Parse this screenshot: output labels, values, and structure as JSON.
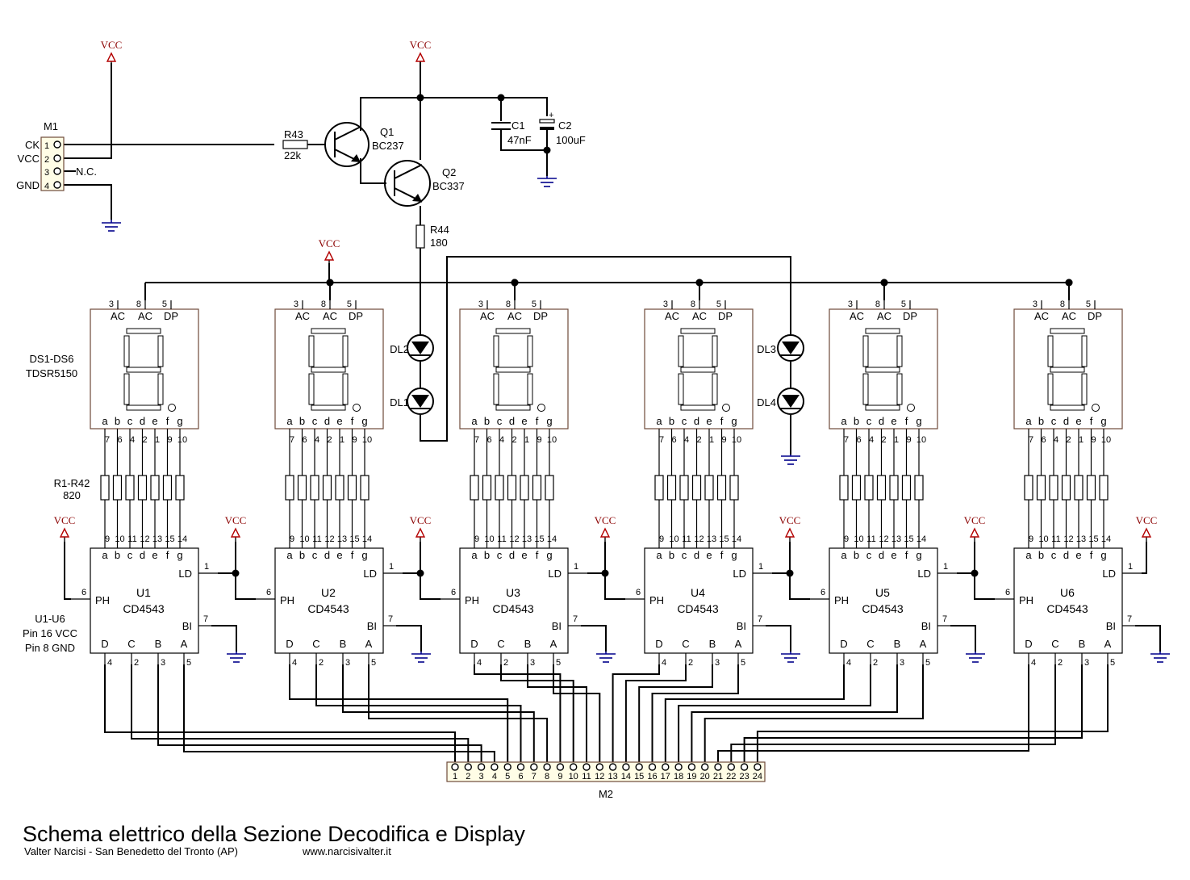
{
  "connector_m1": {
    "name": "M1",
    "pins": [
      {
        "num": "1",
        "signal": "CK"
      },
      {
        "num": "2",
        "signal": "VCC"
      },
      {
        "num": "3",
        "signal": "N.C."
      },
      {
        "num": "4",
        "signal": "GND"
      }
    ]
  },
  "power_label": "VCC",
  "transistor_stage": {
    "r43": {
      "ref": "R43",
      "value": "22k"
    },
    "q1": {
      "ref": "Q1",
      "part": "BC237"
    },
    "q2": {
      "ref": "Q2",
      "part": "BC337"
    },
    "c1": {
      "ref": "C1",
      "value": "47nF"
    },
    "c2": {
      "ref": "C2",
      "value": "100uF",
      "polarity": "+"
    },
    "r44": {
      "ref": "R44",
      "value": "180"
    }
  },
  "leds": [
    {
      "ref": "DL2"
    },
    {
      "ref": "DL1"
    },
    {
      "ref": "DL3"
    },
    {
      "ref": "DL4"
    }
  ],
  "display_group": {
    "ref": "DS1-DS6",
    "part": "TDSR5150"
  },
  "resistor_group": {
    "ref": "R1-R42",
    "value": "820"
  },
  "decoder_group": {
    "ref": "U1-U6",
    "note1": "Pin 16  VCC",
    "note2": "Pin 8  GND"
  },
  "display": {
    "top_pins": [
      "3",
      "8",
      "5"
    ],
    "top_labels": [
      "AC",
      "AC",
      "DP"
    ],
    "segment_labels": [
      "a",
      "b",
      "c",
      "d",
      "e",
      "f",
      "g"
    ],
    "segment_pins": [
      "7",
      "6",
      "4",
      "2",
      "1",
      "9",
      "10"
    ]
  },
  "decoder": {
    "part": "CD4543",
    "input_pins": [
      "9",
      "10",
      "11",
      "12",
      "13",
      "15",
      "14"
    ],
    "pin_labels": {
      "ld": "LD",
      "ph": "PH",
      "bi": "BI",
      "d": "D",
      "c": "C",
      "b": "B",
      "a": "A"
    },
    "pin_numbers": {
      "ld": "1",
      "ph": "6",
      "bi": "7",
      "d": "4",
      "c": "2",
      "b": "3",
      "a": "5"
    },
    "units": [
      "U1",
      "U2",
      "U3",
      "U4",
      "U5",
      "U6"
    ]
  },
  "connector_m2": {
    "name": "M2",
    "pins": [
      "1",
      "2",
      "3",
      "4",
      "5",
      "6",
      "7",
      "8",
      "9",
      "10",
      "11",
      "12",
      "13",
      "14",
      "15",
      "16",
      "17",
      "18",
      "19",
      "20",
      "21",
      "22",
      "23",
      "24"
    ]
  },
  "footer": {
    "title": "Schema elettrico della Sezione Decodifica e Display",
    "author": "Valter Narcisi - San Benedetto del Tronto (AP)",
    "website": "www.narcisivalter.it"
  },
  "colors": {
    "wire": "#000000",
    "vcc_symbol": "#b30000",
    "ground_symbol": "#00008b",
    "outline": "#6e4a3a",
    "connector_fill": "#fffde6"
  }
}
